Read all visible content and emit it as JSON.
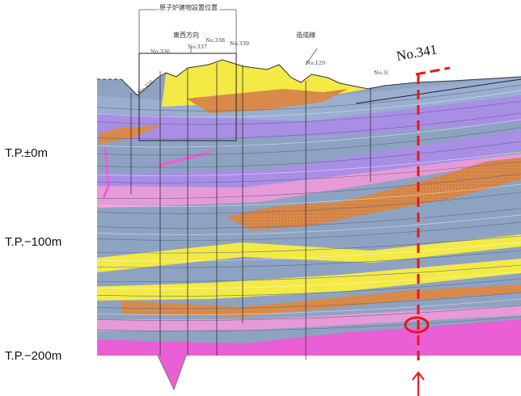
{
  "elevation_labels": {
    "tp0": "T.P.±0m",
    "tp100": "T.P.−100m",
    "tp200": "T.P.−200m"
  },
  "header": {
    "building_zone": "原子炉建物設置位置",
    "direction": "東西方向",
    "fill_line": "造成線"
  },
  "boreholes": {
    "b335": "No.335",
    "b336": "No.336",
    "b337": "No.337",
    "b338": "No.338",
    "b339": "No.339",
    "b129": "No.129",
    "b3x": "No.3("
  },
  "highlight": {
    "label": "No.341",
    "color": "#e8161b"
  },
  "colors": {
    "grey_blue": "#8ea3c2",
    "yellow": "#f3ea45",
    "orange": "#d9894a",
    "violet": "#a98ee6",
    "pink": "#e79ad8",
    "magenta": "#ea5fd5"
  }
}
